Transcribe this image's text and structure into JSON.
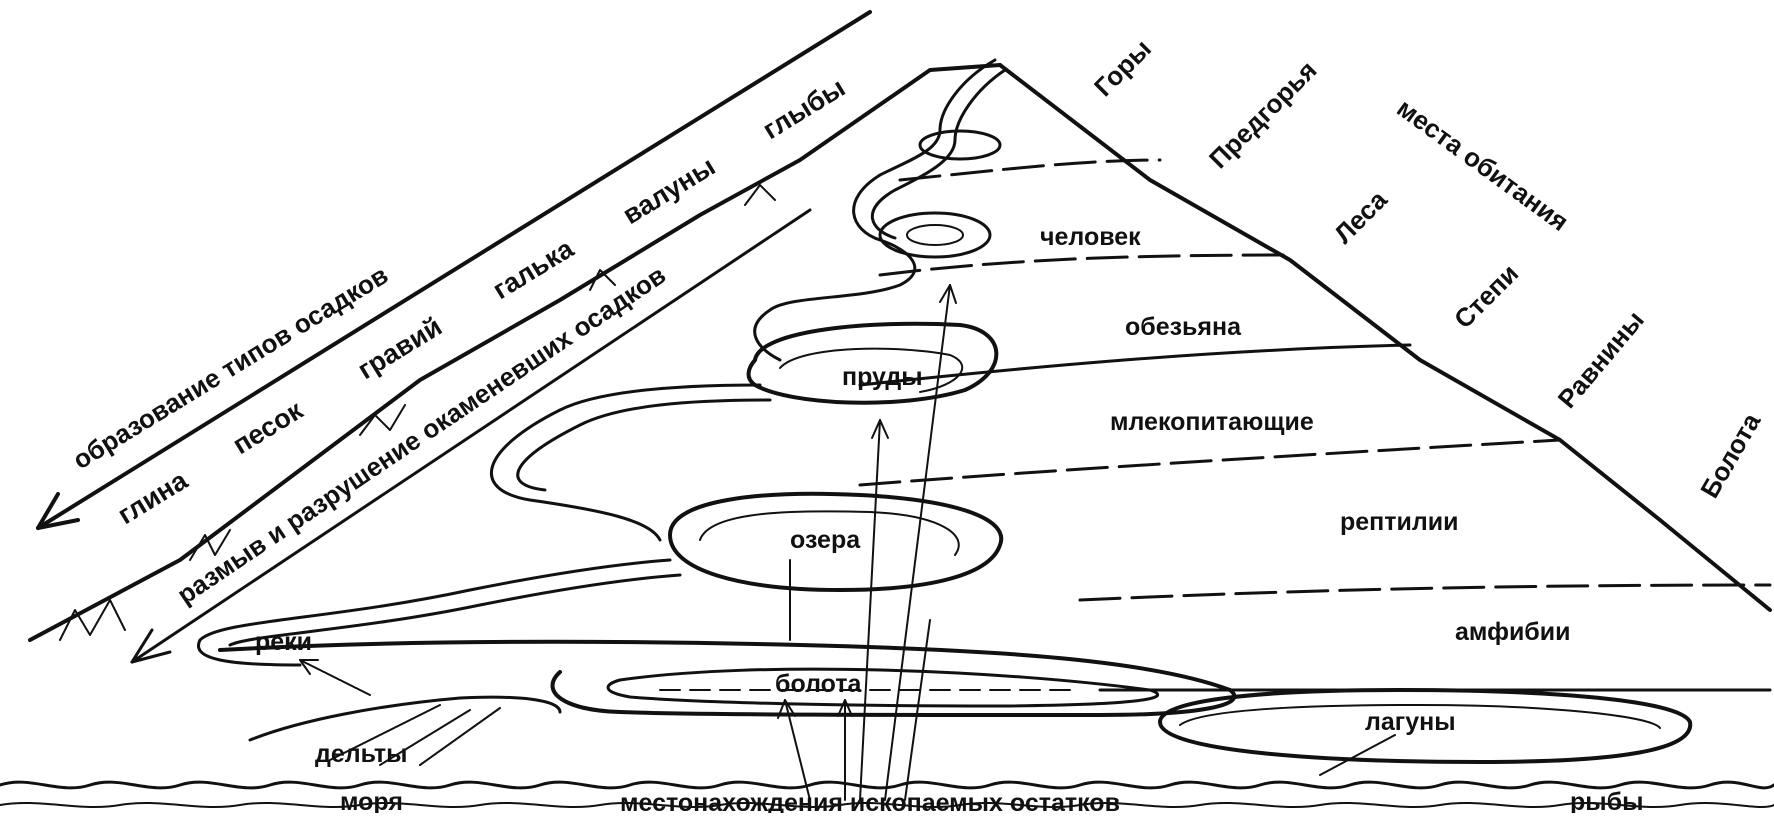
{
  "arrows": {
    "sediment_types": "образование типов осадков",
    "erosion": "размыв и разрушение окаменевших осадков"
  },
  "sediments": [
    "глина",
    "песок",
    "гравий",
    "галька",
    "валуны",
    "глыбы"
  ],
  "habitat_title": "места обитания",
  "habitats": [
    "Горы",
    "Предгорья",
    "Леса",
    "Степи",
    "Равнины",
    "Болота"
  ],
  "organisms": [
    "человек",
    "обезьяна",
    "млекопитающие",
    "рептилии",
    "амфибии",
    "рыбы"
  ],
  "water_bodies": [
    "пруды",
    "озера",
    "реки",
    "болота",
    "лагуны",
    "дельты",
    "моря"
  ],
  "bottom_caption": "местонахождения ископаемых остатков"
}
